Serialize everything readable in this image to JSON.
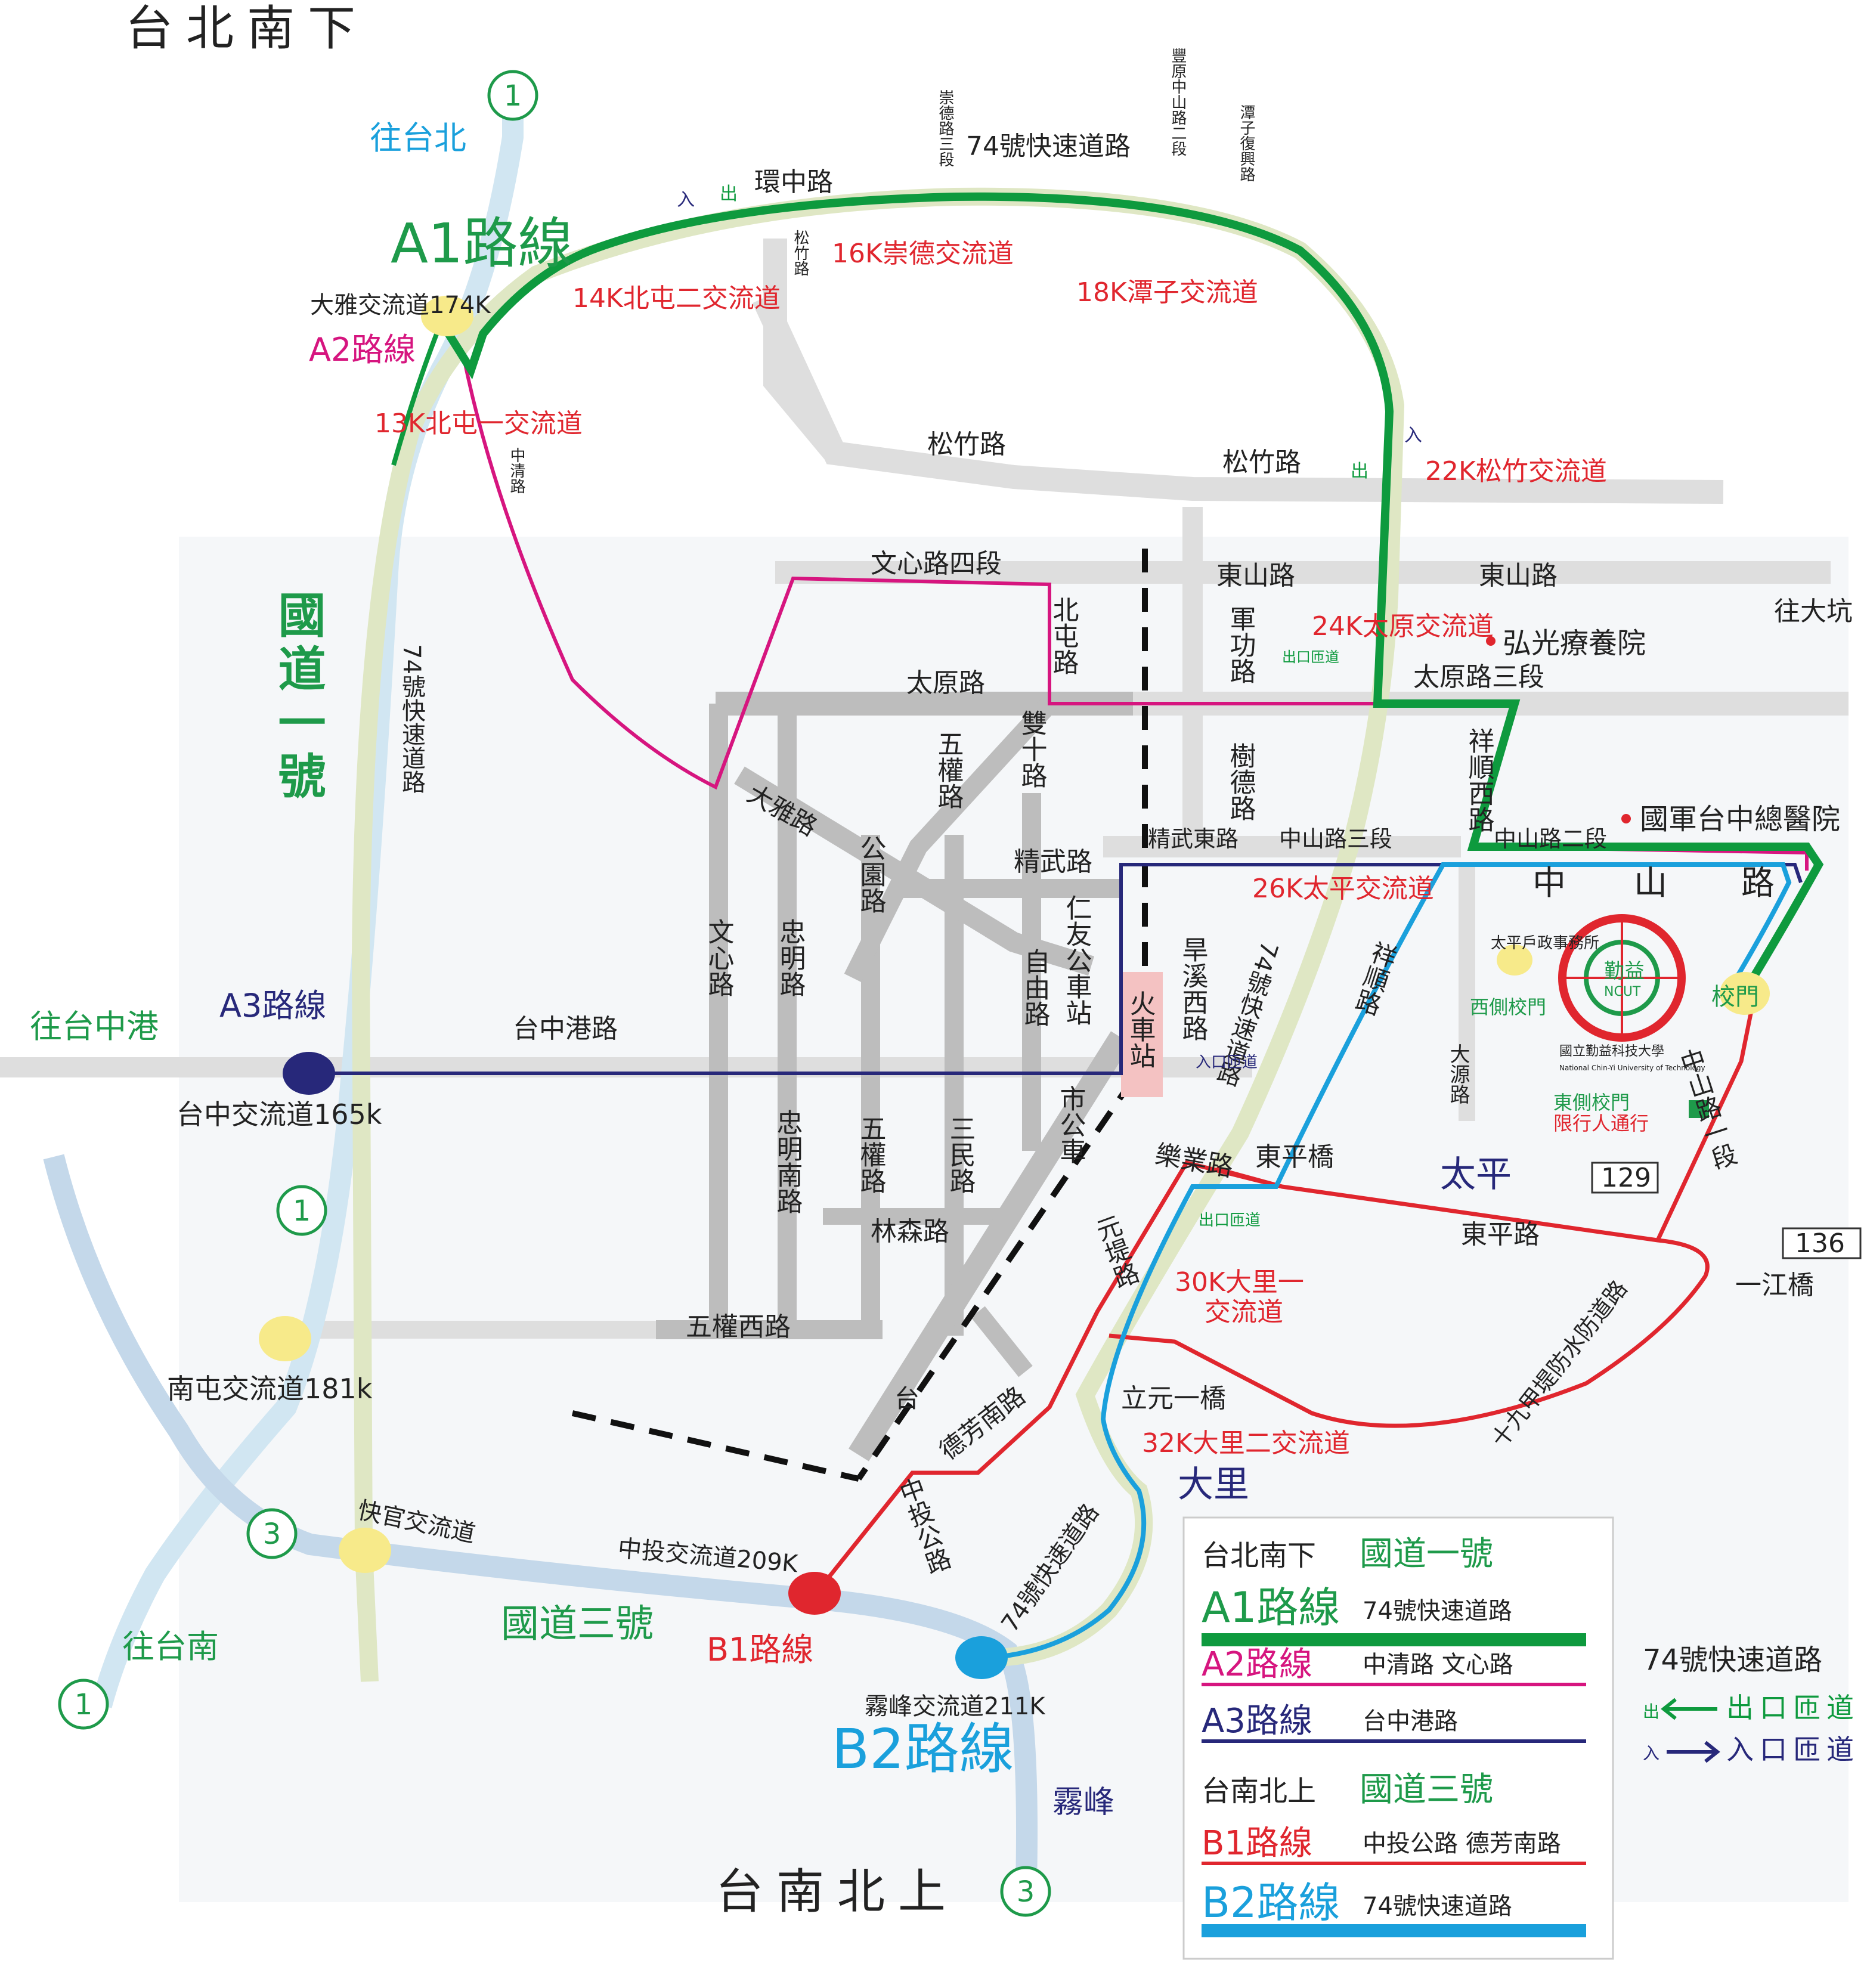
{
  "headings": {
    "north": "台北南下",
    "south": "台南北上"
  },
  "directions": {
    "to_taipei": "往台北",
    "to_taichung_port": "往台中港",
    "to_tainan": "往台南",
    "to_dali": "往大坑",
    "to_wufeng": "霧峰"
  },
  "highways": {
    "h1_vertical": "國道一號",
    "h3": "國道三號",
    "h74_left": "74號快速道路",
    "h74_top": "74號快速道路",
    "h74_mid": "74號快速道路",
    "h74_bottom": "74號快速道路",
    "shield_1": "1",
    "shield_3": "3"
  },
  "interchanges": {
    "daya": "大雅交流道174K",
    "taichung": "台中交流道165k",
    "nantun": "南屯交流道181k",
    "kuaiguan": "快官交流道",
    "zhongtou": "中投交流道209K",
    "wufeng": "霧峰交流道211K",
    "beitun1": "13K北屯一交流道",
    "beitun2": "14K北屯二交流道",
    "chongde": "16K崇德交流道",
    "tanzi": "18K潭子交流道",
    "songzhu": "22K松竹交流道",
    "taiyuan": "24K太原交流道",
    "taiping": "26K太平交流道",
    "dali1_a": "30K大里一",
    "dali1_b": "交流道",
    "dali2": "32K大里二交流道"
  },
  "route_labels": {
    "a1": "A1路線",
    "a2": "A2路線",
    "a3": "A3路線",
    "b1": "B1路線",
    "b2": "B2路線"
  },
  "roads": {
    "huanzhong": "環中路",
    "songzhu_a": "松竹路",
    "songzhu_b": "松竹路",
    "songzhu_v": "松竹路",
    "wenxin4": "文心路四段",
    "dongshan_a": "東山路",
    "dongshan_b": "東山路",
    "beitun": "北屯路",
    "jungong": "軍功路",
    "taiyuan": "太原路",
    "taiyuan3": "太原路三段",
    "shuangshi": "雙十路",
    "wuquan": "五權路",
    "daya_rd": "大雅路",
    "gongyuan": "公園路",
    "jingwu": "精武路",
    "jingwu_e": "精武東路",
    "shude": "樹德路",
    "zhongshan3": "中山路三段",
    "zhongshan2": "中山路二段",
    "xiangshun_w": "祥順西路",
    "xiangshun": "祥順路",
    "zhongshan_big_1": "中",
    "zhongshan_big_2": "山",
    "zhongshan_big_3": "路",
    "wenxin": "文心路",
    "zhongming": "忠明路",
    "zhongming_s": "忠明南路",
    "wuquan_v": "五權路",
    "sanmin": "三民路",
    "ziyou": "自由路",
    "renyou": "仁友公車站",
    "huochezhan": "火車站",
    "hanxi_w": "旱溪西路",
    "taizhonggang": "台中港路",
    "shigongche": "市公車",
    "linsen": "林森路",
    "wuquan_w": "五權西路",
    "leye": "樂業路",
    "dongping_bridge": "東平橋",
    "dongping": "東平路",
    "yuandi": "元堤路",
    "liyuan_bridge": "立元一橋",
    "defang_s": "德芳南路",
    "zhongtou_rd": "中投公路",
    "tai": "台",
    "dayuan": "大源路",
    "zhongshan1": "中山路一段",
    "yijiang_bridge": "一江橋",
    "shijiujia": "十九甲堤防水防道路",
    "zhongqing": "中清路",
    "chongde3": "崇德路三段",
    "fengyuan": "豐原中山路二段",
    "tanzi_fuxing": "潭子復興路",
    "songzhu_small": "松竹路",
    "r129": "129",
    "r136": "136"
  },
  "places": {
    "taiping": "太平",
    "dali": "大里",
    "hongguang": "弘光療養院",
    "army_hospital": "國軍台中總醫院",
    "taiping_office": "太平戶政事務所",
    "west_gate": "西側校門",
    "east_gate": "東側校門",
    "east_gate_note": "限行人通行",
    "gate": "校門",
    "school_name_zh": "國立勤益科技大學",
    "school_name_en": "National Chin-Yi University of Technology",
    "logo_text_1": "勤益",
    "logo_text_2": "NCUT"
  },
  "ramps": {
    "exit": "出",
    "enter": "入",
    "exit_ramp": "出口匝道",
    "enter_ramp": "入口匝道"
  },
  "legend": {
    "north_title_a": "台北南下",
    "north_title_b": "國道一號",
    "a1_name": "A1路線",
    "a1_desc": "74號快速道路",
    "a2_name": "A2路線",
    "a2_desc": "中清路 文心路",
    "a3_name": "A3路線",
    "a3_desc": "台中港路",
    "south_title_a": "台南北上",
    "south_title_b": "國道三號",
    "b1_name": "B1路線",
    "b1_desc": "中投公路 德芳南路",
    "b2_name": "B2路線",
    "b2_desc": "74號快速道路",
    "ramp_title": "74號快速道路",
    "exit_mark": "出",
    "exit_label": "出口匝道",
    "enter_mark": "入",
    "enter_label": "入口匝道"
  },
  "colors": {
    "a1": "#0e9a3e",
    "a2": "#d6157f",
    "a3": "#27287a",
    "b1": "#e0262e",
    "b2": "#1aa0dc",
    "h1": "#cfe3ee",
    "h3": "#c2d8e8",
    "h74": "#dde6c3",
    "road": "#dcdcdc",
    "road_dark": "#c3c3c3",
    "heading": "#1e9a4a"
  }
}
